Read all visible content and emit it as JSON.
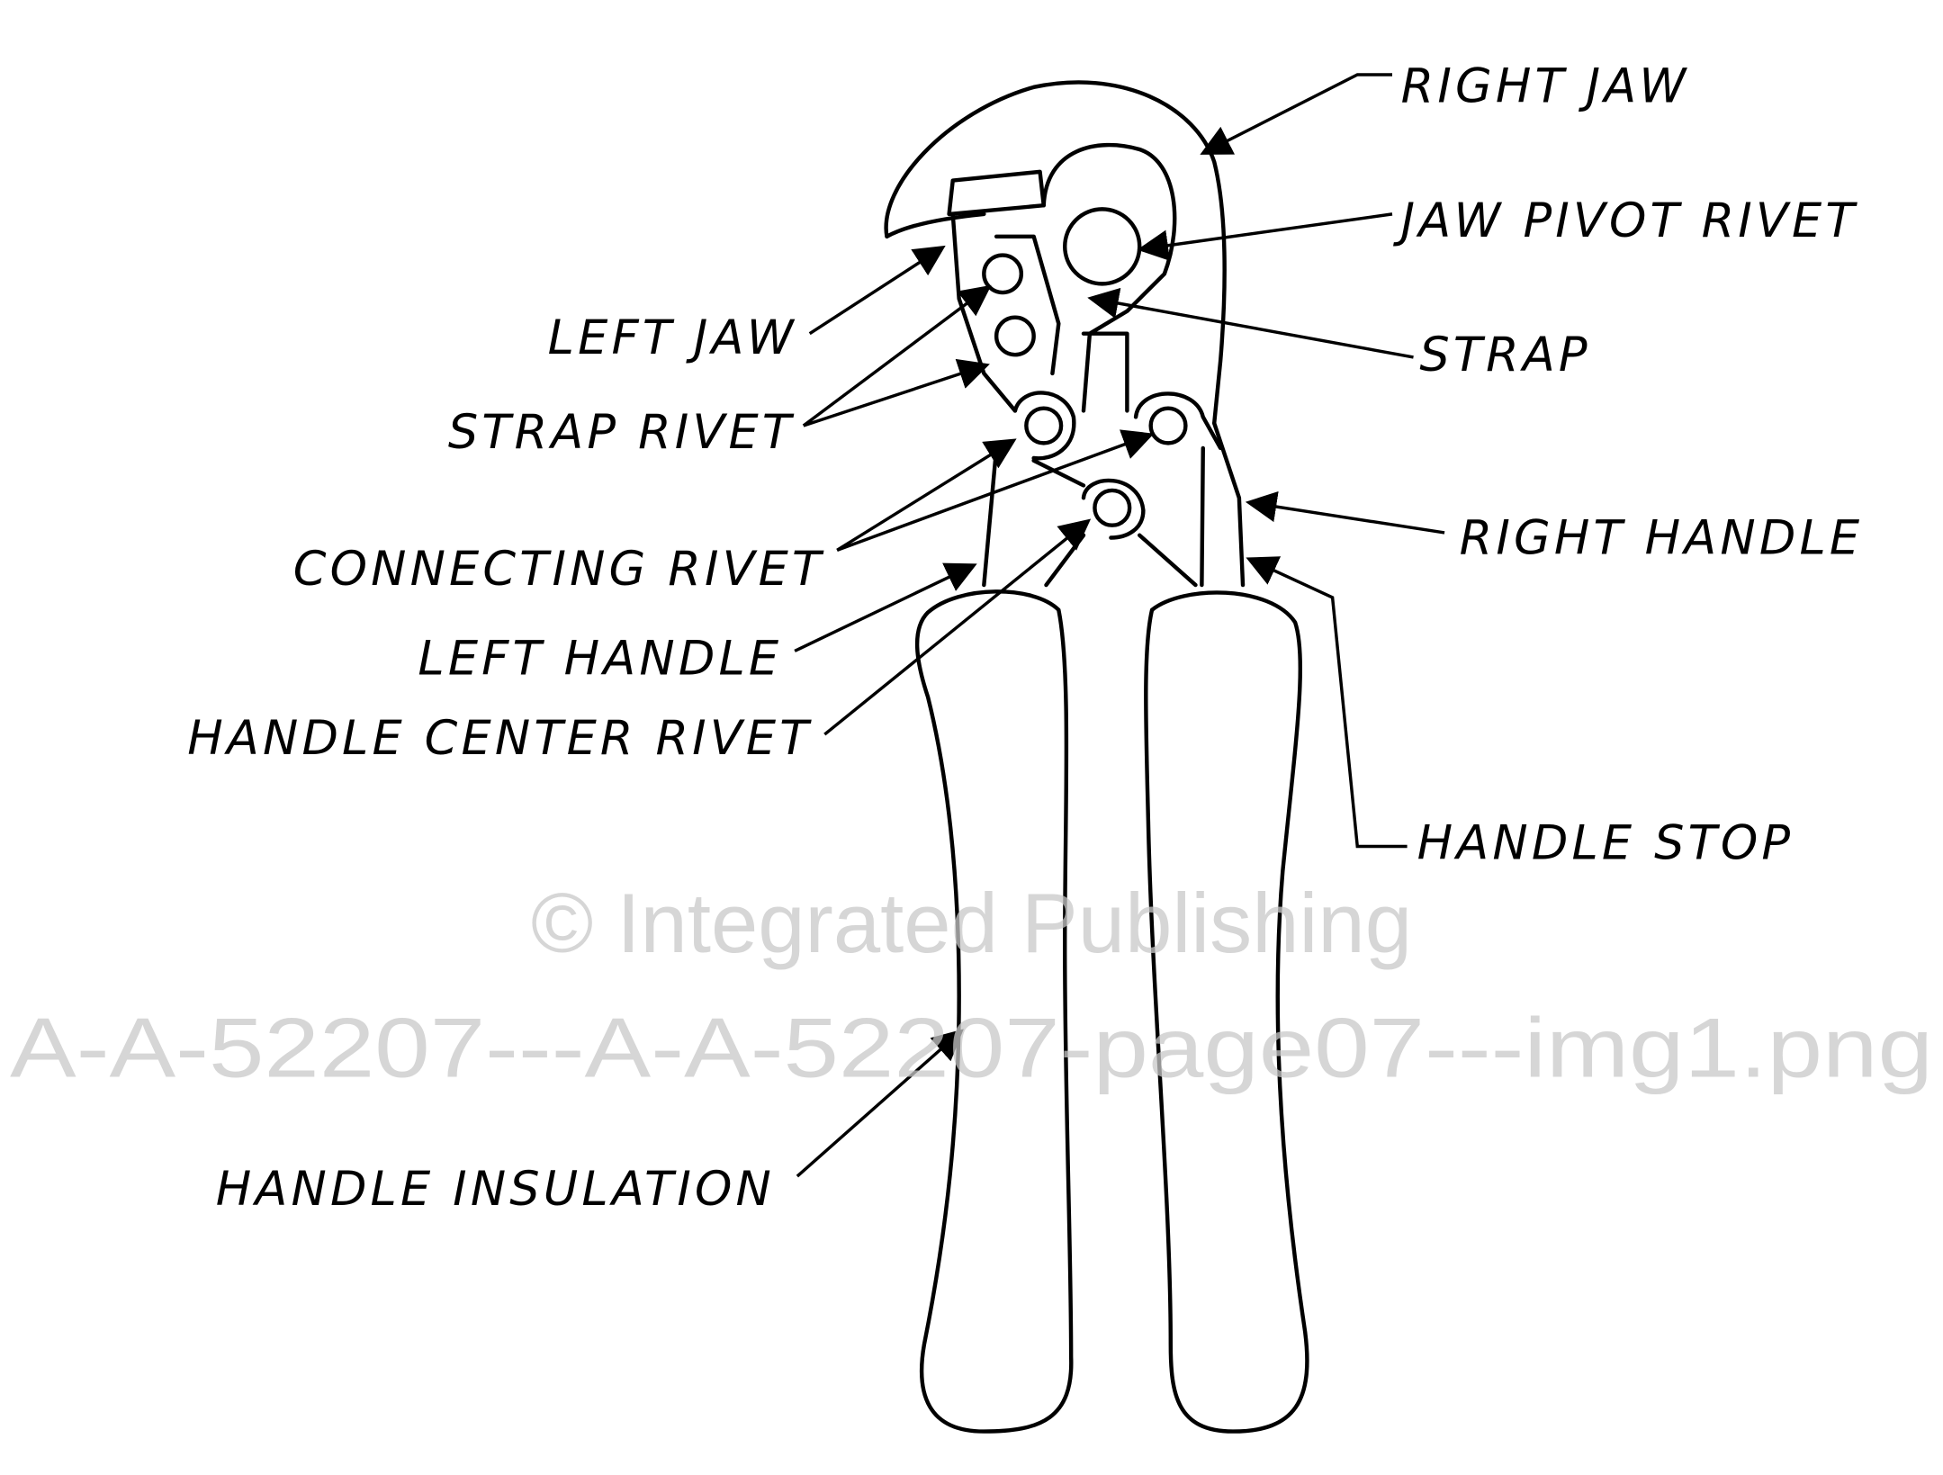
{
  "labels": {
    "right_jaw": "RIGHT JAW",
    "jaw_pivot_rivet": "JAW PIVOT RIVET",
    "strap": "STRAP",
    "left_jaw": "LEFT JAW",
    "strap_rivet": "STRAP RIVET",
    "connecting_rivet": "CONNECTING RIVET",
    "right_handle": "RIGHT HANDLE",
    "left_handle": "LEFT HANDLE",
    "handle_center_rivet": "HANDLE CENTER RIVET",
    "handle_stop": "HANDLE STOP",
    "handle_insulation": "HANDLE INSULATION"
  },
  "watermark": {
    "line1": "© Integrated Publishing",
    "line2": "A-A-52207---A-A-52207-page07---img1.png"
  }
}
